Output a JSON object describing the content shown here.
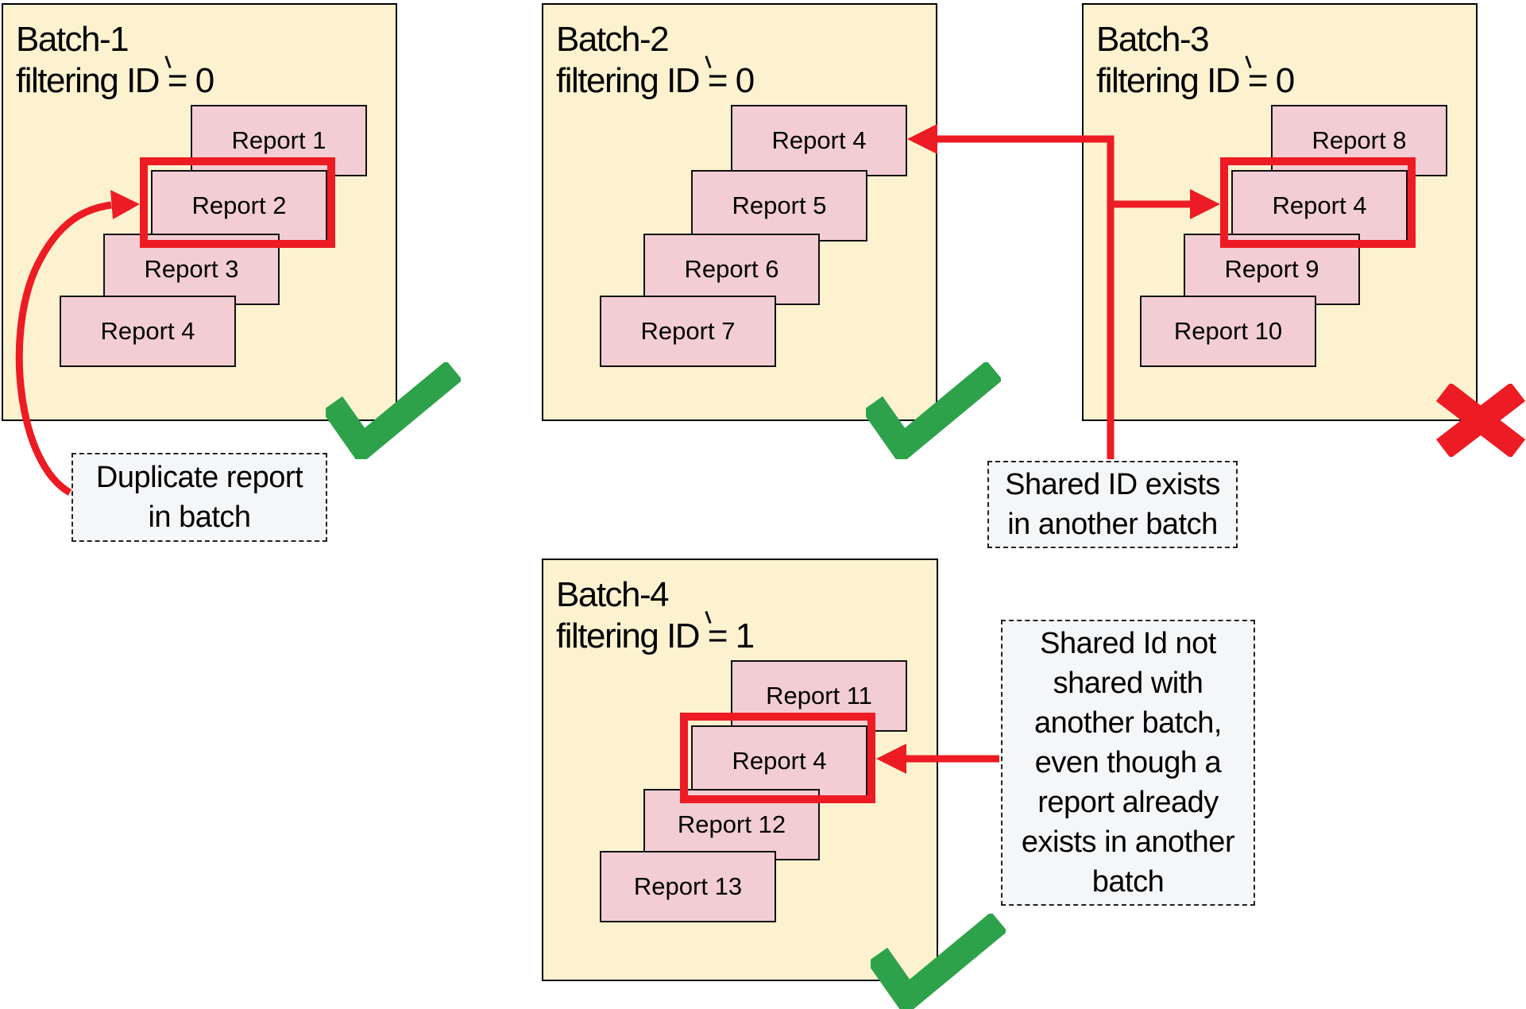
{
  "diagram": {
    "batches": [
      {
        "name": "Batch-1",
        "title": "Batch-1\nfiltering ID = 0",
        "filtering_id": "0",
        "reports": [
          "Report 1",
          "Report 2",
          "Report 3",
          "Report 4"
        ],
        "highlighted_report": "Report 2",
        "status": "pass"
      },
      {
        "name": "Batch-2",
        "title": "Batch-2\nfiltering ID = 0",
        "filtering_id": "0",
        "reports": [
          "Report 4",
          "Report 5",
          "Report 6",
          "Report 7"
        ],
        "highlighted_report": null,
        "status": "pass"
      },
      {
        "name": "Batch-3",
        "title": "Batch-3\nfiltering ID = 0",
        "filtering_id": "0",
        "reports": [
          "Report 8",
          "Report 4",
          "Report 9",
          "Report 10"
        ],
        "highlighted_report": "Report 4",
        "status": "fail"
      },
      {
        "name": "Batch-4",
        "title": "Batch-4\nfiltering ID = 1",
        "filtering_id": "1",
        "reports": [
          "Report 11",
          "Report 4",
          "Report 12",
          "Report 13"
        ],
        "highlighted_report": "Report 4",
        "status": "pass"
      }
    ],
    "annotations": {
      "duplicate": {
        "text": "Duplicate report\nin batch"
      },
      "shared_exists": {
        "text": "Shared ID exists\nin another batch"
      },
      "not_shared": {
        "text": "Shared Id not\nshared with\nanother batch,\neven though a\nreport already\nexists in another\nbatch"
      }
    },
    "colors": {
      "batch_fill": "#FCF2CF",
      "report_fill": "#F2CDD3",
      "accent_red": "#ED1B23",
      "check_green": "#2EA24B",
      "note_bg": "#F4F6F8",
      "border": "#000000"
    }
  }
}
